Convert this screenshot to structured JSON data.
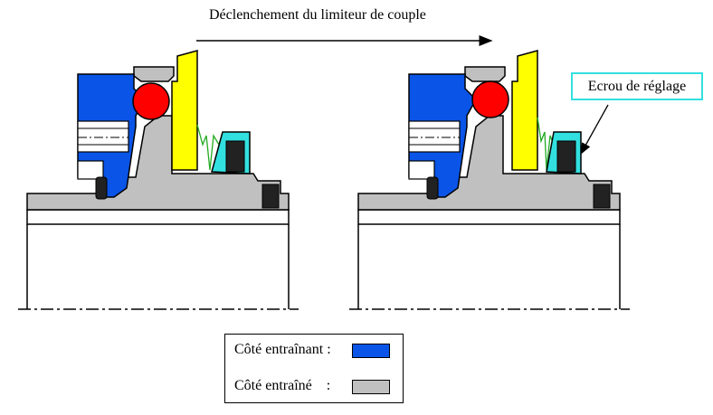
{
  "title": "Déclenchement du limiteur de couple",
  "callout": {
    "label": "Ecrou de réglage"
  },
  "legend": {
    "driving_label": "Côté entraînant :",
    "driven_label": "Côté entraîné    :"
  },
  "colors": {
    "driving": "#0a55e8",
    "driven": "#c0c0c0",
    "ball": "#ff0000",
    "plate": "#ffff00",
    "nut": "#33e0e0",
    "spring": "#22aa22",
    "seal": "#222222",
    "callout_border": "#33e0e0"
  }
}
